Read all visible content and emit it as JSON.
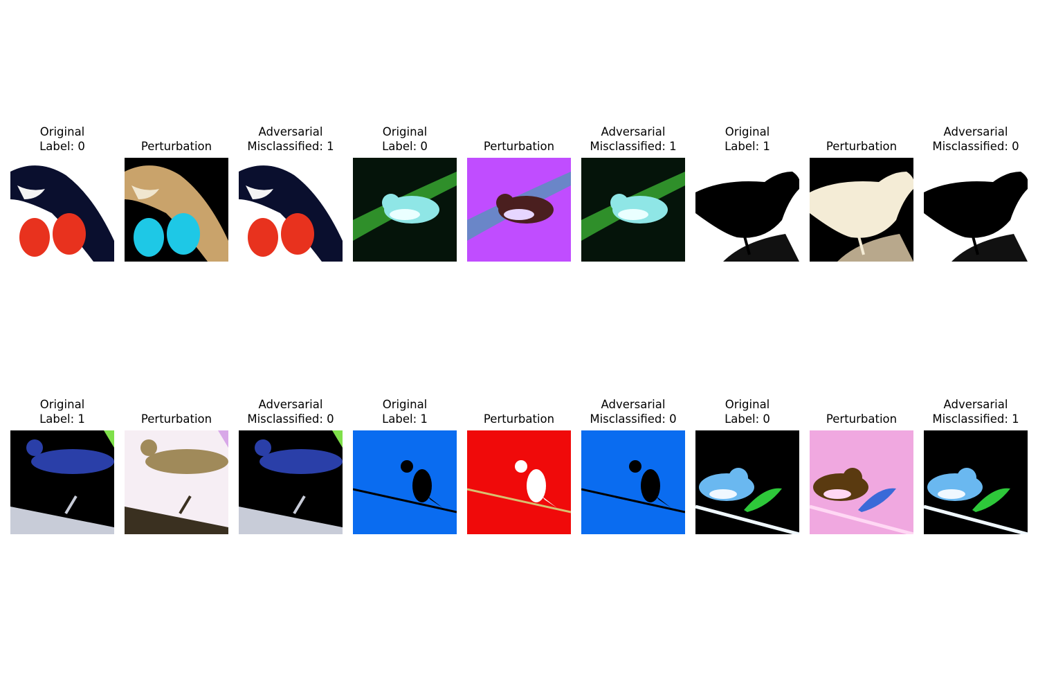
{
  "panels": [
    {
      "title": [
        "Original",
        "Label: 0"
      ],
      "bg": "#ffffff",
      "bird": "#0a0f2e",
      "accent": "#e8321e",
      "hl": "#f4f4f4",
      "scene": "hand-held bird over red fingertips"
    },
    {
      "title": [
        "Perturbation"
      ],
      "bg": "#000000",
      "bird": "#c9a36b",
      "accent": "#1ec8e6",
      "hl": "#f0e6cf",
      "scene": "inverted bird, cyan fingertips"
    },
    {
      "title": [
        "Adversarial",
        "Misclassified: 1"
      ],
      "bg": "#ffffff",
      "bird": "#0a0f2e",
      "accent": "#e8321e",
      "hl": "#f4f4f4",
      "scene": "hand-held bird over red fingertips"
    },
    {
      "title": [
        "Original",
        "Label: 0"
      ],
      "bg": "#05140a",
      "bird": "#8fe6e6",
      "accent": "#2f8f2a",
      "hl": "#eaffff",
      "scene": "teal warbler on dark foliage"
    },
    {
      "title": [
        "Perturbation"
      ],
      "bg": "#c04dff",
      "bird": "#4a1f1f",
      "accent": "#6a86c8",
      "hl": "#e6d6ff",
      "scene": "purple background, brown bird on blue branch"
    },
    {
      "title": [
        "Adversarial",
        "Misclassified: 1"
      ],
      "bg": "#05140a",
      "bird": "#8fe6e6",
      "accent": "#2f8f2a",
      "hl": "#eaffff",
      "scene": "teal warbler on dark foliage"
    },
    {
      "title": [
        "Original",
        "Label: 1"
      ],
      "bg": "#ffffff",
      "bird": "#000000",
      "accent": "#111111",
      "hl": "#ffffff",
      "scene": "black crow silhouette on white"
    },
    {
      "title": [
        "Perturbation"
      ],
      "bg": "#000000",
      "bird": "#f4ecd6",
      "accent": "#b8a88c",
      "hl": "#ffffff",
      "scene": "white crow on black, rock"
    },
    {
      "title": [
        "Adversarial",
        "Misclassified: 0"
      ],
      "bg": "#ffffff",
      "bird": "#000000",
      "accent": "#111111",
      "hl": "#ffffff",
      "scene": "black crow silhouette on white"
    },
    {
      "title": [
        "Original",
        "Label: 1"
      ],
      "bg": "#000000",
      "bird": "#2a3fa8",
      "accent": "#c8ccd8",
      "hl": "#7fe04a",
      "scene": "dark blue bird on grey ledge"
    },
    {
      "title": [
        "Perturbation"
      ],
      "bg": "#f6eef4",
      "bird": "#a08a5a",
      "accent": "#3a3020",
      "hl": "#d8a8e8",
      "scene": "pale pink background, tan bird"
    },
    {
      "title": [
        "Adversarial",
        "Misclassified: 0"
      ],
      "bg": "#000000",
      "bird": "#2a3fa8",
      "accent": "#c8ccd8",
      "hl": "#7fe04a",
      "scene": "dark blue bird on grey ledge"
    },
    {
      "title": [
        "Original",
        "Label: 1"
      ],
      "bg": "#0a6cf0",
      "bird": "#000000",
      "accent": "#000000",
      "hl": "#0a6cf0",
      "scene": "black crow on wire, blue sky"
    },
    {
      "title": [
        "Perturbation"
      ],
      "bg": "#f00a0a",
      "bird": "#ffffff",
      "accent": "#d8c070",
      "hl": "#f00a0a",
      "scene": "white crow on wire, red sky"
    },
    {
      "title": [
        "Adversarial",
        "Misclassified: 0"
      ],
      "bg": "#0a6cf0",
      "bird": "#000000",
      "accent": "#000000",
      "hl": "#0a6cf0",
      "scene": "black crow on wire, blue sky"
    },
    {
      "title": [
        "Original",
        "Label: 0"
      ],
      "bg": "#000000",
      "bird": "#6ab8f0",
      "accent": "#2ec83a",
      "hl": "#f0f8ff",
      "scene": "blue warbler on branch, black background"
    },
    {
      "title": [
        "Perturbation"
      ],
      "bg": "#f0a8e0",
      "bird": "#5a3a10",
      "accent": "#3a6ad8",
      "hl": "#ffd8f4",
      "scene": "pink background, brown bird"
    },
    {
      "title": [
        "Adversarial",
        "Misclassified: 1"
      ],
      "bg": "#000000",
      "bird": "#6ab8f0",
      "accent": "#2ec83a",
      "hl": "#f0f8ff",
      "scene": "blue warbler on branch, black background"
    }
  ]
}
